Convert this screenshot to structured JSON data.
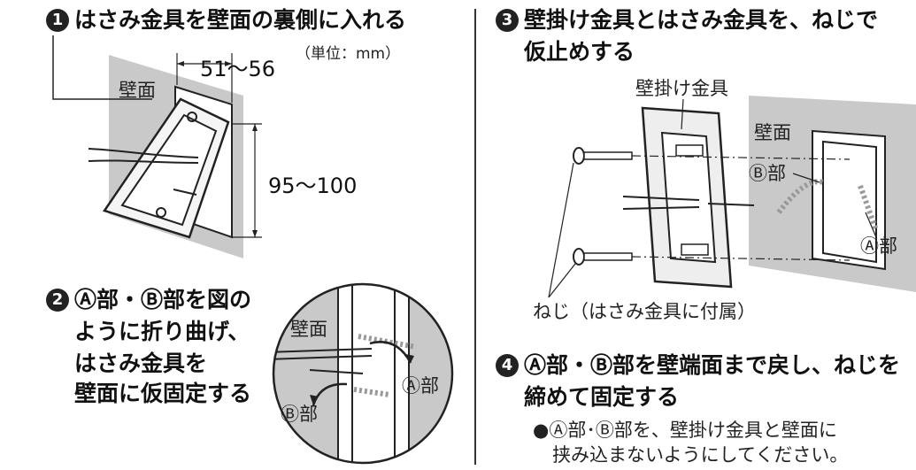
{
  "step1": {
    "number": "1",
    "title": "はさみ金具を壁面の裏側に入れる",
    "unit": "（単位：mm）",
    "wall_label": "壁面",
    "dim_width": "51～56",
    "dim_height": "95～100"
  },
  "step2": {
    "number": "2",
    "lines": [
      "Ⓐ部・Ⓑ部を図の",
      "ように折り曲げ、",
      "はさみ金具を",
      "壁面に仮固定する"
    ],
    "wall_label": "壁面",
    "part_a": "Ⓐ部",
    "part_b": "Ⓑ部"
  },
  "step3": {
    "number": "3",
    "title_lines": [
      "壁掛け金具とはさみ金具を、ねじで",
      "仮止めする"
    ],
    "bracket_label": "壁掛け金具",
    "wall_label": "壁面",
    "part_b": "Ⓑ部",
    "part_a": "Ⓐ部",
    "screw_label": "ねじ（はさみ金具に付属）"
  },
  "step4": {
    "number": "4",
    "title_lines": [
      "Ⓐ部・Ⓑ部を壁端面まで戻し、ねじを",
      "締めて固定する"
    ],
    "note_lines": [
      "●Ⓐ部･Ⓑ部を、壁掛け金具と壁面に",
      "挟み込まないようにしてください。"
    ]
  }
}
